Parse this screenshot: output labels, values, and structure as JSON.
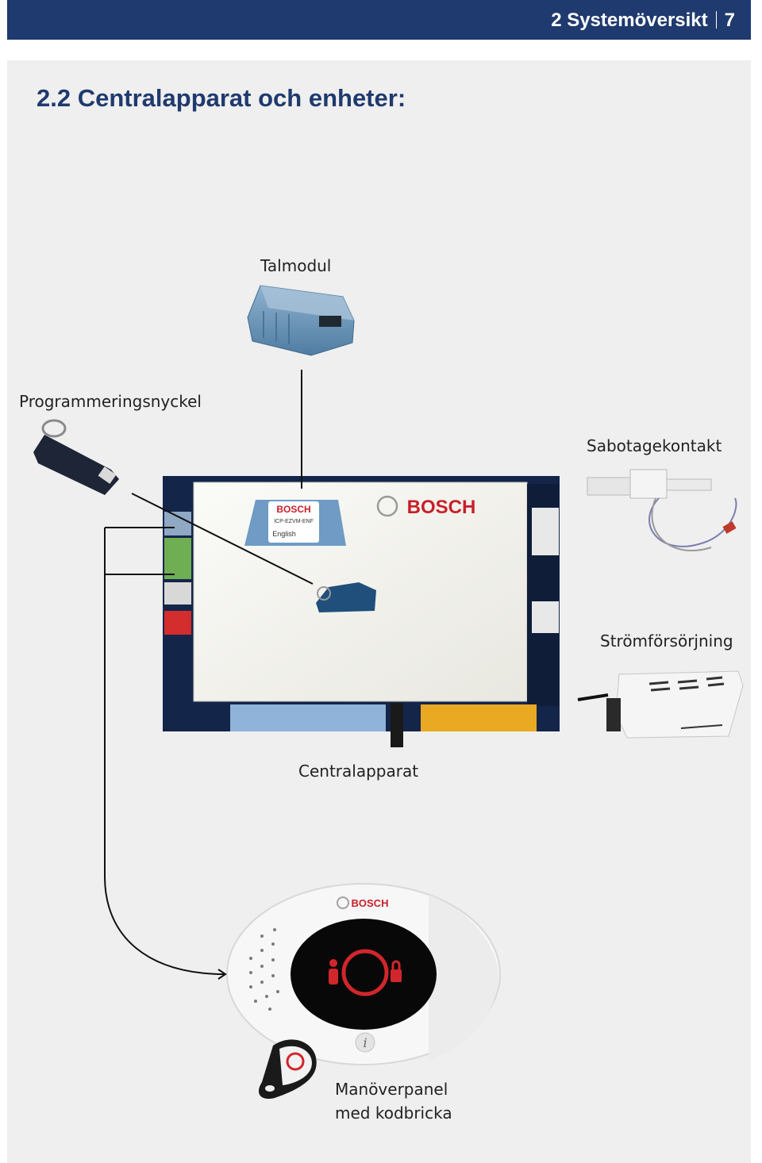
{
  "header": {
    "section": "2 Systemöversikt",
    "page_number": "7"
  },
  "title": "2.2 Centralapparat och enheter:",
  "labels": {
    "voice_module": "Talmodul",
    "programming_key": "Programmeringsnyckel",
    "tamper_switch": "Sabotagekontakt",
    "power_supply": "Strömförsörjning",
    "control_panel": "Centralapparat",
    "keypad_line1": "Manöverpanel",
    "keypad_line2": "med kodbricka"
  },
  "device_text": {
    "brand": "BOSCH",
    "module_brand": "BOSCH",
    "module_model": "ICP-EZVM-ENF",
    "module_language": "English",
    "keypad_brand": "BOSCH",
    "keypad_info": "i"
  },
  "colors": {
    "header_bg": "#1f3a6e",
    "title": "#1f3a6e",
    "panel_bg": "#efefef",
    "brand_red": "#c8202a"
  }
}
